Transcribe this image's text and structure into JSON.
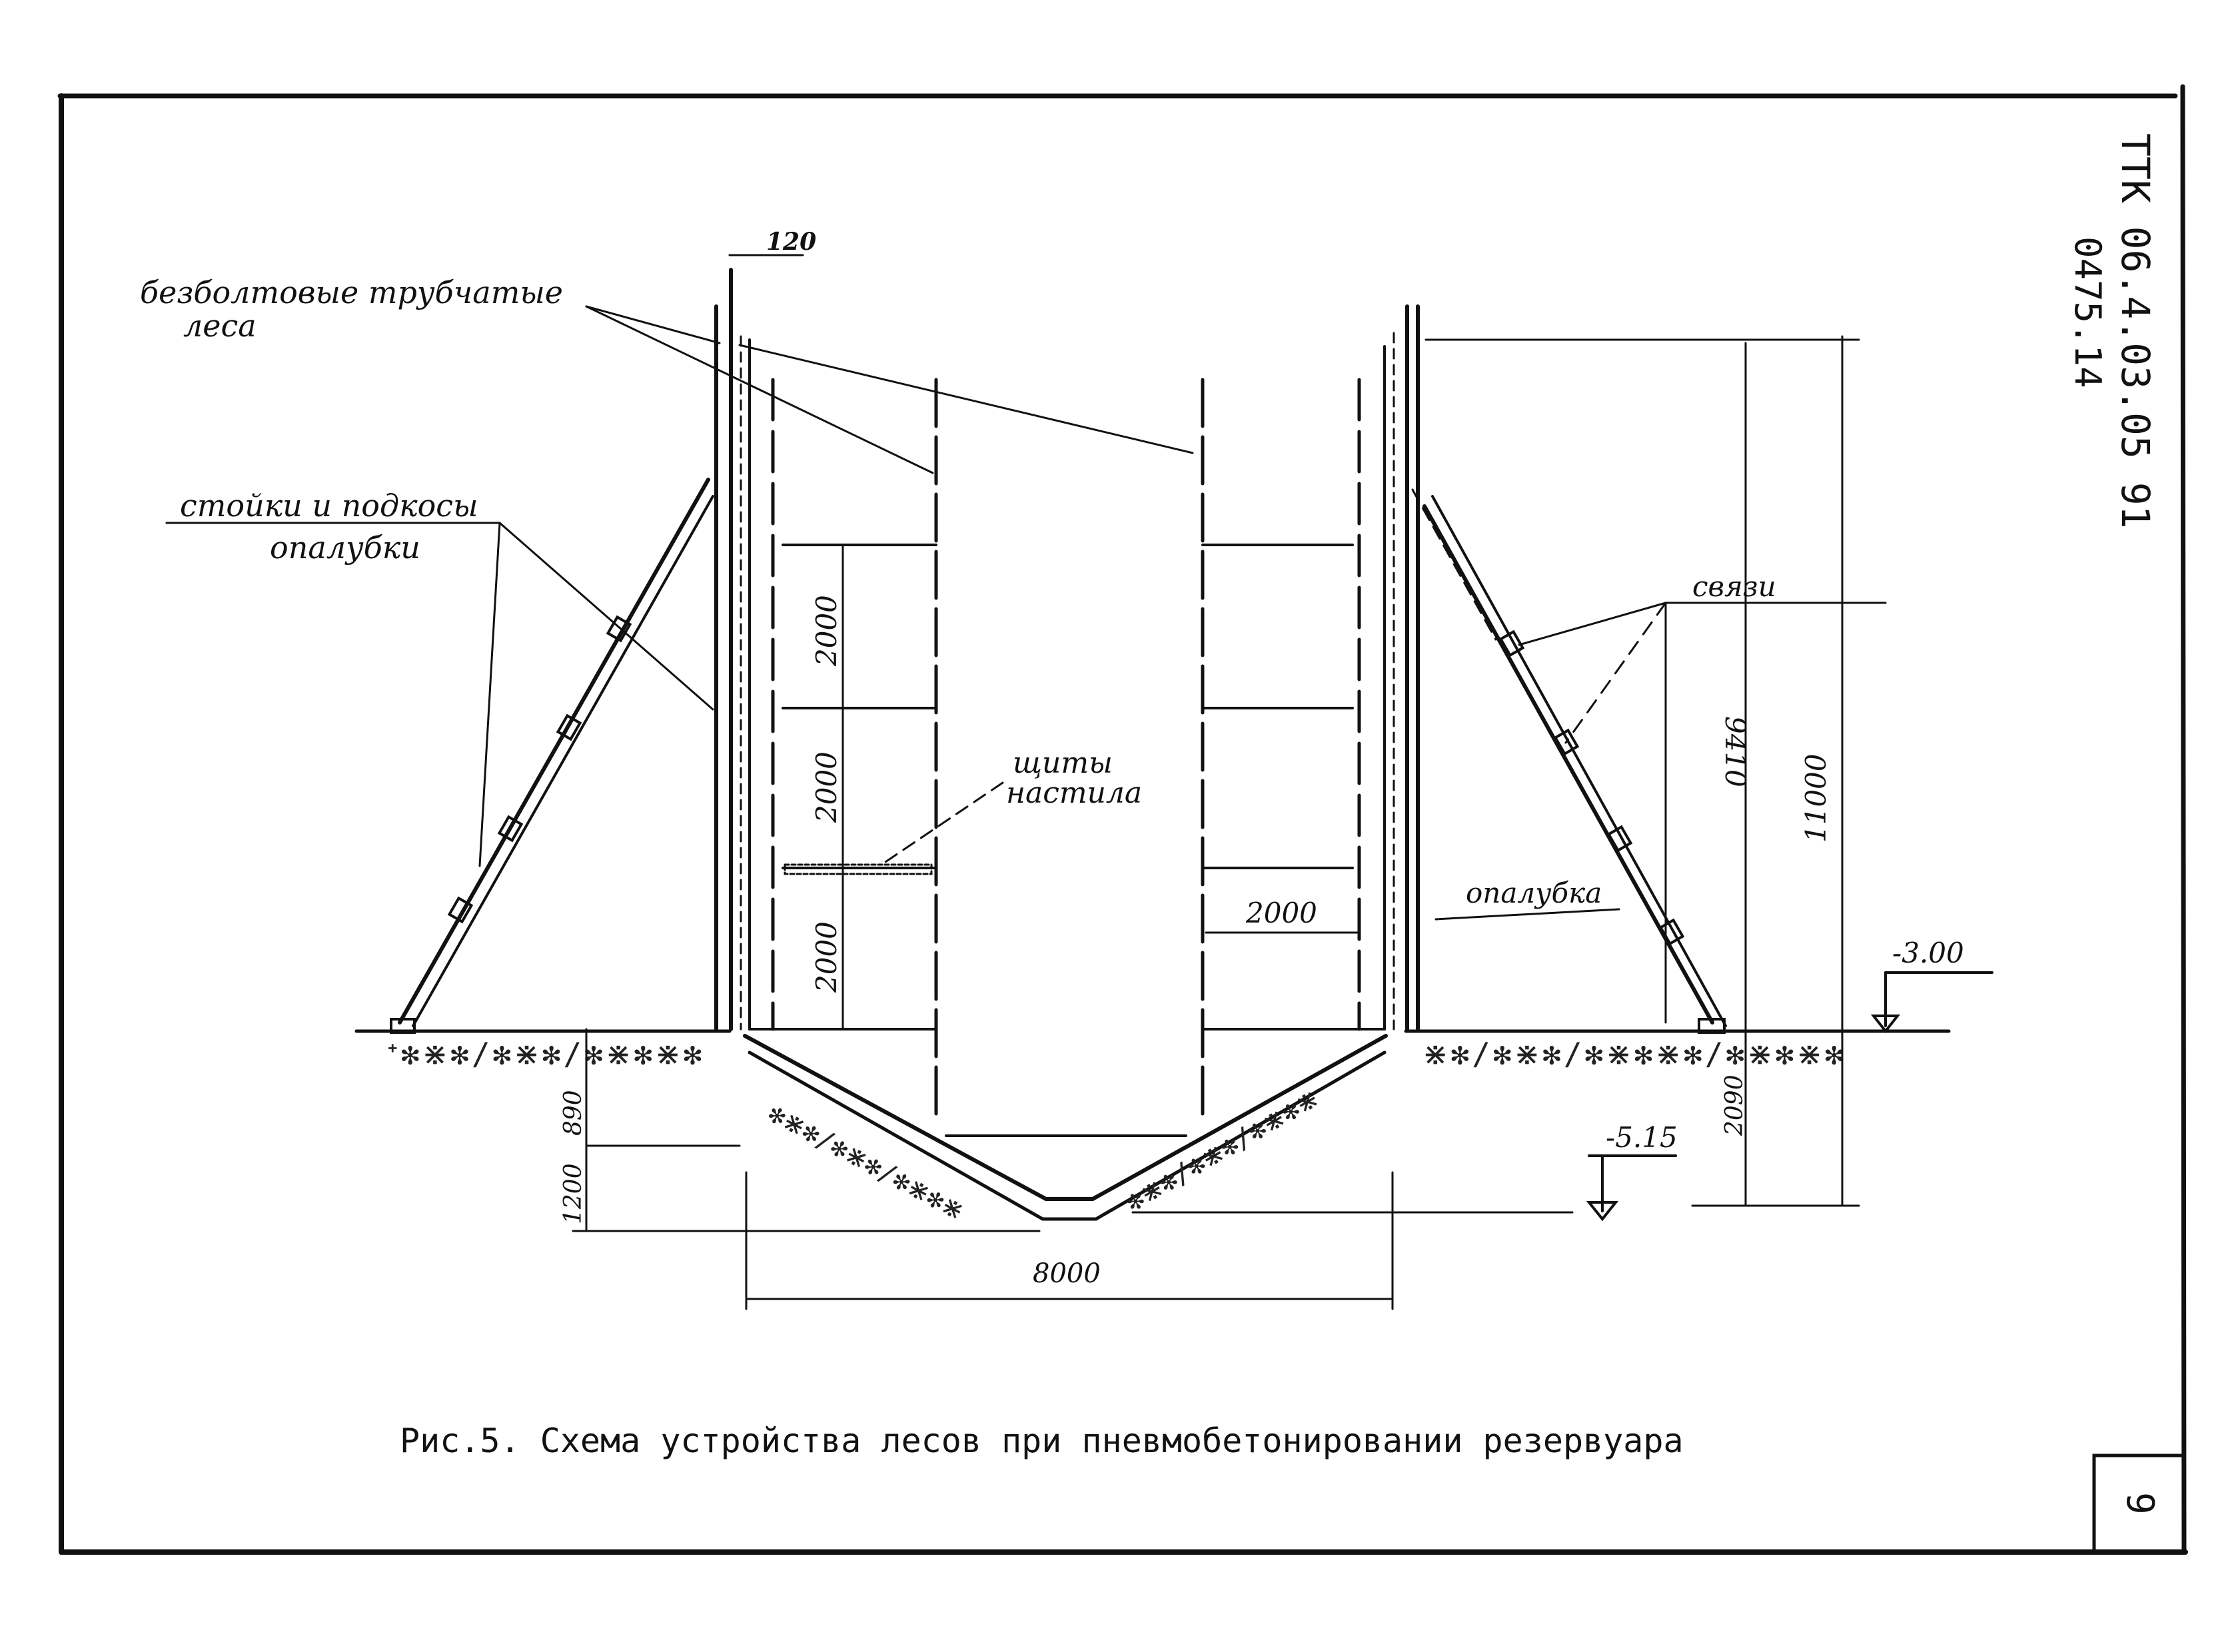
{
  "sheet": {
    "doc_code": "ТТК 06.4.03.05 91",
    "stamp": "0475.14",
    "page_number": "9"
  },
  "figure": {
    "caption": "Рис.5. Схема устройства лесов при пневмобетонировании резервуара"
  },
  "callouts": {
    "scaffold_line1": "безболтовые трубчатые",
    "scaffold_line2": "леса",
    "props_line1": "стойки и подкосы",
    "props_line2": "опалубки",
    "decking_line1": "щиты",
    "decking_line2": "настила",
    "ties": "связи",
    "formwork": "опалубка"
  },
  "dimensions": {
    "top_gap": "120",
    "tier1": "2000",
    "tier2": "2000",
    "tier3": "2000",
    "bay_width": "2000",
    "span": "8000",
    "height_inner": "9410",
    "height_total": "11000",
    "depth_upper": "890",
    "depth_lower": "1200",
    "depth_right": "2090",
    "level_ground": "-3.00",
    "level_bottom": "-5.15"
  }
}
